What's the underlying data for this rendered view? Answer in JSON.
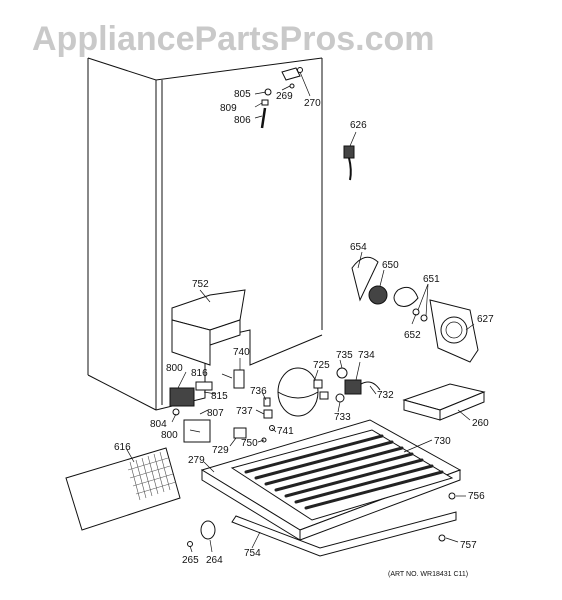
{
  "watermark": "AppliancePartsPros.com",
  "art_number": "(ART NO. WR18431 C11)",
  "callouts": [
    {
      "id": "805",
      "text": "805"
    },
    {
      "id": "809",
      "text": "809"
    },
    {
      "id": "806",
      "text": "806"
    },
    {
      "id": "269",
      "text": "269"
    },
    {
      "id": "270",
      "text": "270"
    },
    {
      "id": "626",
      "text": "626"
    },
    {
      "id": "654",
      "text": "654"
    },
    {
      "id": "650",
      "text": "650"
    },
    {
      "id": "651",
      "text": "651"
    },
    {
      "id": "652",
      "text": "652"
    },
    {
      "id": "627",
      "text": "627"
    },
    {
      "id": "752",
      "text": "752"
    },
    {
      "id": "740",
      "text": "740"
    },
    {
      "id": "725",
      "text": "725"
    },
    {
      "id": "735",
      "text": "735"
    },
    {
      "id": "734",
      "text": "734"
    },
    {
      "id": "732",
      "text": "732"
    },
    {
      "id": "733",
      "text": "733"
    },
    {
      "id": "800a",
      "text": "800"
    },
    {
      "id": "816",
      "text": "816"
    },
    {
      "id": "815",
      "text": "815"
    },
    {
      "id": "807",
      "text": "807"
    },
    {
      "id": "804",
      "text": "804"
    },
    {
      "id": "800b",
      "text": "800"
    },
    {
      "id": "736",
      "text": "736"
    },
    {
      "id": "737",
      "text": "737"
    },
    {
      "id": "741",
      "text": "741"
    },
    {
      "id": "750",
      "text": "750"
    },
    {
      "id": "729",
      "text": "729"
    },
    {
      "id": "260",
      "text": "260"
    },
    {
      "id": "730",
      "text": "730"
    },
    {
      "id": "616",
      "text": "616"
    },
    {
      "id": "279",
      "text": "279"
    },
    {
      "id": "756",
      "text": "756"
    },
    {
      "id": "265",
      "text": "265"
    },
    {
      "id": "264",
      "text": "264"
    },
    {
      "id": "754",
      "text": "754"
    },
    {
      "id": "757",
      "text": "757"
    }
  ]
}
